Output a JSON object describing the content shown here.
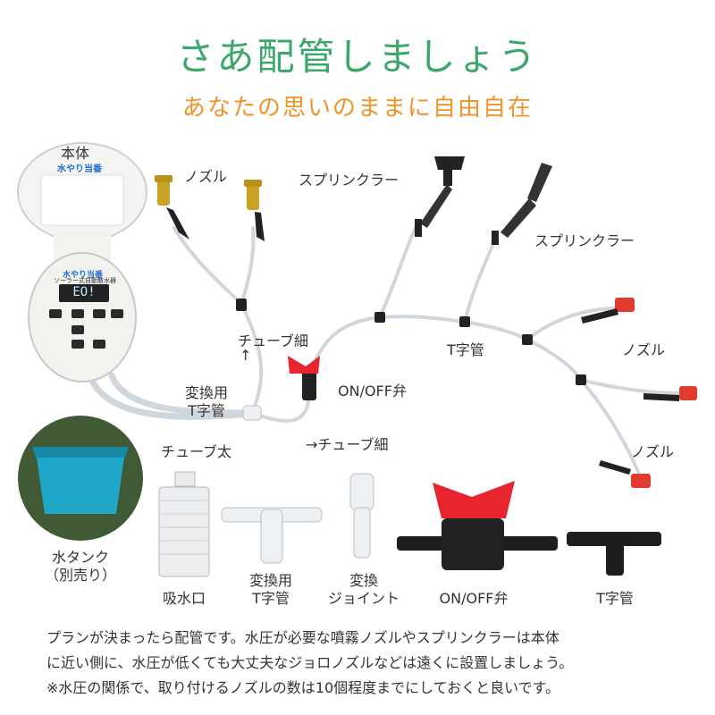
{
  "header": {
    "title": "さあ配管しましょう",
    "subtitle": "あなたの思いのままに自由自在"
  },
  "controller": {
    "label": "本体",
    "lid_badge": "水やり当番",
    "panel_badge": "水やり当番",
    "panel_caption": "ソーラー式自動散水器",
    "display": "EO!"
  },
  "diagram_labels": {
    "nozzle_left": "ノズル",
    "sprinkler_1": "スプリンクラー",
    "sprinkler_2": "スプリンクラー",
    "tube_thin_1": "チューブ細",
    "tube_thin_arrow": "↑",
    "conversion_t_line1": "変換用",
    "conversion_t_line2": "T字管",
    "on_off_valve": "ON/OFF弁",
    "t_pipe": "T字管",
    "nozzle_right_1": "ノズル",
    "nozzle_right_2": "ノズル",
    "tube_thick": "チューブ太",
    "tube_thin_2": "→チューブ細"
  },
  "parts": {
    "water_tank_line1": "水タンク",
    "water_tank_line2": "（別売り）",
    "suction": "吸水口",
    "conversion_t_line1": "変換用",
    "conversion_t_line2": "T字管",
    "joint_line1": "変換",
    "joint_line2": "ジョイント",
    "valve": "ON/OFF弁",
    "t_pipe": "T字管"
  },
  "footer": {
    "line1": "プランが決まったら配管です。水圧が必要な噴霧ノズルやスプリンクラーは本体",
    "line2": "に近い側に、水圧が低くても大丈夫なジョロノズルなどは遠くに設置しましょう。",
    "line3": "※水圧の関係で、取り付けるノズルの数は10個程度までにしておくと良いです。"
  },
  "colors": {
    "title": "#3aa86a",
    "subtitle": "#f0932b",
    "valve_red": "#e8252e",
    "nozzle_red": "#e23a2f",
    "tank_blue": "#1fa6c9"
  }
}
